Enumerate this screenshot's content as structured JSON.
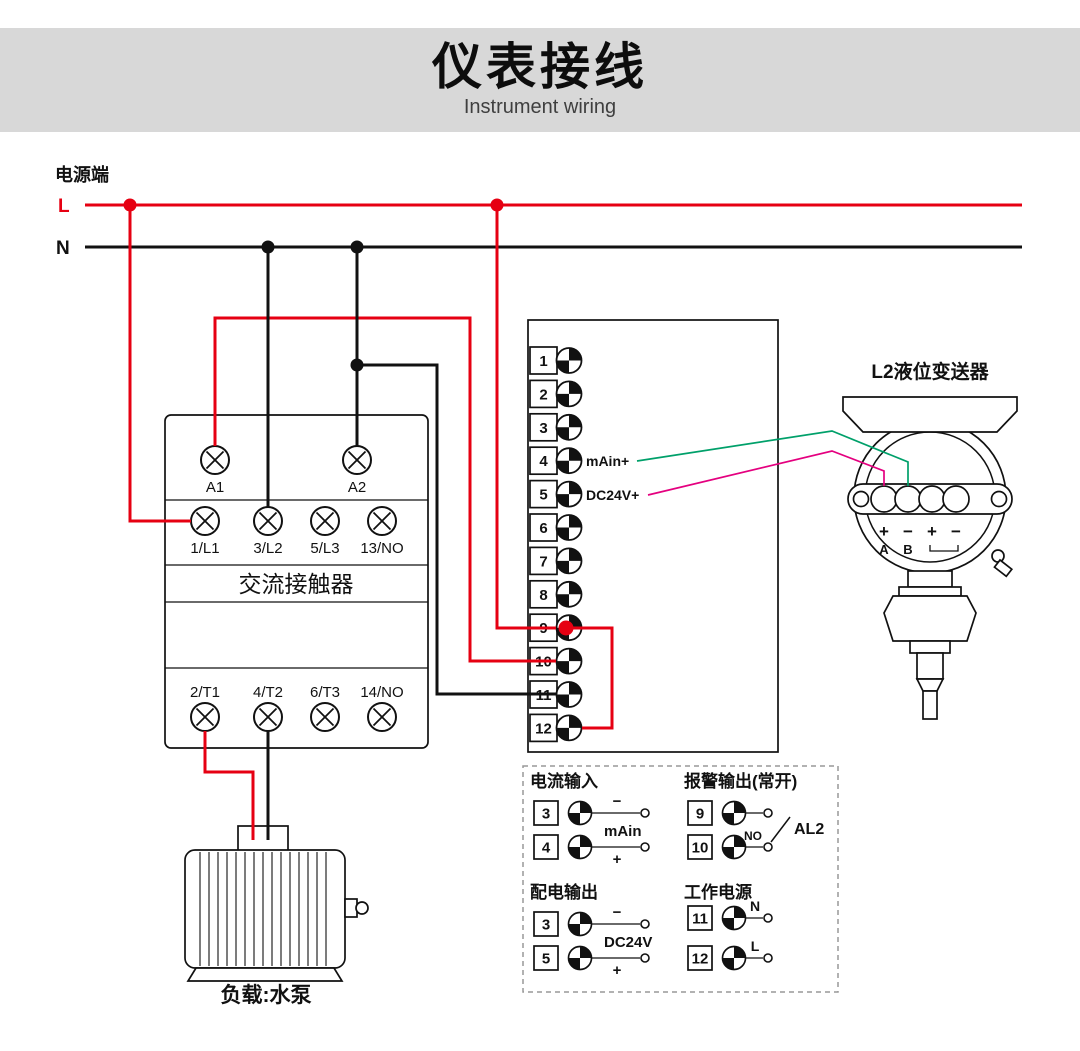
{
  "banner": {
    "title": "仪表接线",
    "subtitle": "Instrument wiring"
  },
  "power": {
    "source_label": "电源端",
    "line_l": "L",
    "line_n": "N"
  },
  "contactor": {
    "name": "交流接触器",
    "coil_terminals": [
      "A1",
      "A2"
    ],
    "input_terminals": [
      "1/L1",
      "3/L2",
      "5/L3",
      "13/NO"
    ],
    "output_terminals": [
      "2/T1",
      "4/T2",
      "6/T3",
      "14/NO"
    ]
  },
  "instrument": {
    "terminal_numbers": [
      "1",
      "2",
      "3",
      "4",
      "5",
      "6",
      "7",
      "8",
      "9",
      "10",
      "11",
      "12"
    ],
    "label_main_plus": "mAin+",
    "label_dc24v_plus": "DC24V+"
  },
  "transmitter": {
    "title": "L2液位变送器",
    "polarity": [
      "+",
      "−",
      "+",
      "−"
    ],
    "terminal_letters": [
      "A",
      "B"
    ]
  },
  "motor": {
    "label": "负载:水泵"
  },
  "legend": {
    "current_input": {
      "title": "电流输入",
      "t1": "3",
      "t2": "4",
      "minus": "−",
      "plus": "+",
      "signal": "mAin"
    },
    "alarm_output": {
      "title": "报警输出(常开)",
      "t1": "9",
      "t2": "10",
      "contact": "NO",
      "name": "AL2"
    },
    "dist_output": {
      "title": "配电输出",
      "t1": "3",
      "t2": "5",
      "minus": "−",
      "plus": "+",
      "signal": "DC24V"
    },
    "working_power": {
      "title": "工作电源",
      "t1": "11",
      "t2": "12",
      "n": "N",
      "l": "L"
    }
  },
  "colors": {
    "red": "#e60012",
    "black": "#111111",
    "green": "#00a06a",
    "magenta": "#e4007f",
    "banner_bg": "#d8d8d8"
  }
}
